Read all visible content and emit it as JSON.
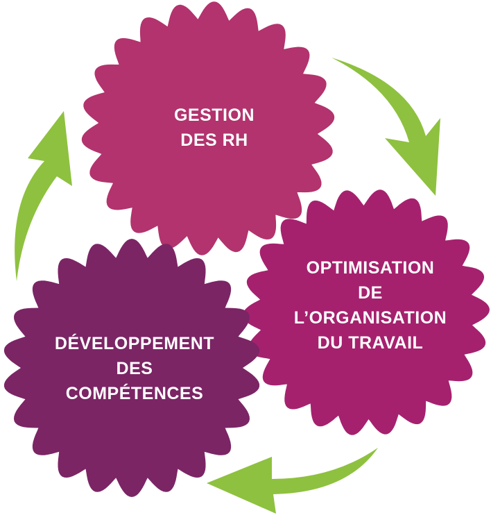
{
  "diagram": {
    "gears": [
      {
        "id": "gestion-rh",
        "lines": [
          "GESTION",
          "DES RH"
        ],
        "color": "#b2336d"
      },
      {
        "id": "optimisation",
        "lines": [
          "OPTIMISATION",
          "DE",
          "L’ORGANISATION",
          "DU TRAVAIL"
        ],
        "color": "#a5216e"
      },
      {
        "id": "competences",
        "lines": [
          "DÉVELOPPEMENT",
          "DES",
          "COMPÉTENCES"
        ],
        "color": "#7b2565"
      }
    ],
    "arrow_color": "#8ec13f"
  }
}
